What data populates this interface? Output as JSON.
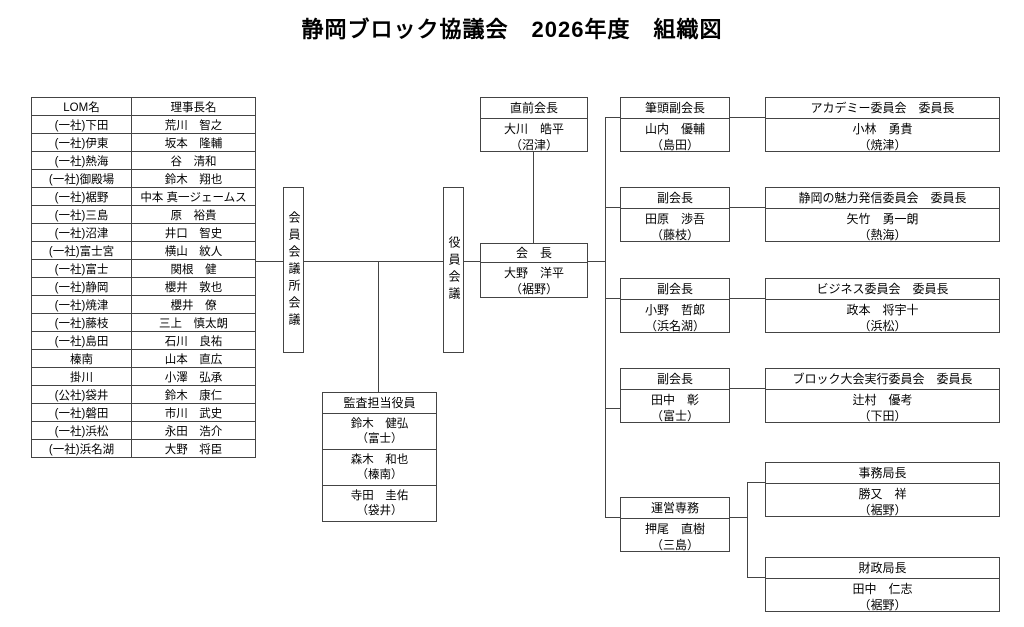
{
  "title": "静岡ブロック協議会　2026年度　組織図",
  "lom_table": {
    "headers": [
      "LOM名",
      "理事長名"
    ],
    "rows": [
      [
        "(一社)下田",
        "荒川　智之"
      ],
      [
        "(一社)伊東",
        "坂本　隆輔"
      ],
      [
        "(一社)熱海",
        "谷　清和"
      ],
      [
        "(一社)御殿場",
        "鈴木　翔也"
      ],
      [
        "(一社)裾野",
        "中本 真一ジェームス"
      ],
      [
        "(一社)三島",
        "原　裕貴"
      ],
      [
        "(一社)沼津",
        "井口　智史"
      ],
      [
        "(一社)富士宮",
        "横山　紋人"
      ],
      [
        "(一社)富士",
        "関根　健"
      ],
      [
        "(一社)静岡",
        "櫻井　敦也"
      ],
      [
        "(一社)焼津",
        "櫻井　僚"
      ],
      [
        "(一社)藤枝",
        "三上　慎太朗"
      ],
      [
        "(一社)島田",
        "石川　良祐"
      ],
      [
        "榛南",
        "山本　直広"
      ],
      [
        "掛川",
        "小澤　弘承"
      ],
      [
        "(公社)袋井",
        "鈴木　康仁"
      ],
      [
        "(一社)磐田",
        "市川　武史"
      ],
      [
        "(一社)浜松",
        "永田　浩介"
      ],
      [
        "(一社)浜名湖",
        "大野　将臣"
      ]
    ]
  },
  "councils": {
    "member_council": "会員会議所会議",
    "officer_council": "役員会議"
  },
  "boxes": {
    "immediate_past_president": {
      "title": "直前会長",
      "name": "大川　皓平",
      "lom": "（沼津）"
    },
    "president": {
      "title": "会　長",
      "name": "大野　洋平",
      "lom": "（裾野）"
    },
    "senior_vice_president": {
      "title": "筆頭副会長",
      "name": "山内　優輔",
      "lom": "（島田）"
    },
    "vice_president_1": {
      "title": "副会長",
      "name": "田原　渉吾",
      "lom": "（藤枝）"
    },
    "vice_president_2": {
      "title": "副会長",
      "name": "小野　哲郎",
      "lom": "（浜名湖）"
    },
    "vice_president_3": {
      "title": "副会長",
      "name": "田中　彰",
      "lom": "（富士）"
    },
    "managing_director": {
      "title": "運営専務",
      "name": "押尾　直樹",
      "lom": "（三島）"
    },
    "committee_academy": {
      "title": "アカデミー委員会　委員長",
      "name": "小林　勇貴",
      "lom": "（焼津）"
    },
    "committee_shizuoka_appeal": {
      "title": "静岡の魅力発信委員会　委員長",
      "name": "矢竹　勇一朗",
      "lom": "（熱海）"
    },
    "committee_business": {
      "title": "ビジネス委員会　委員長",
      "name": "政本　将宇十",
      "lom": "（浜松）"
    },
    "committee_block_taikai": {
      "title": "ブロック大会実行委員会　委員長",
      "name": "辻村　優考",
      "lom": "（下田）"
    },
    "secretary_general": {
      "title": "事務局長",
      "name": "勝又　祥",
      "lom": "（裾野）"
    },
    "finance_director": {
      "title": "財政局長",
      "name": "田中　仁志",
      "lom": "（裾野）"
    },
    "audit": {
      "title": "監査担当役員",
      "members": [
        {
          "name": "鈴木　健弘",
          "lom": "（富士）"
        },
        {
          "name": "森木　和也",
          "lom": "（榛南）"
        },
        {
          "name": "寺田　圭佑",
          "lom": "（袋井）"
        }
      ]
    }
  }
}
